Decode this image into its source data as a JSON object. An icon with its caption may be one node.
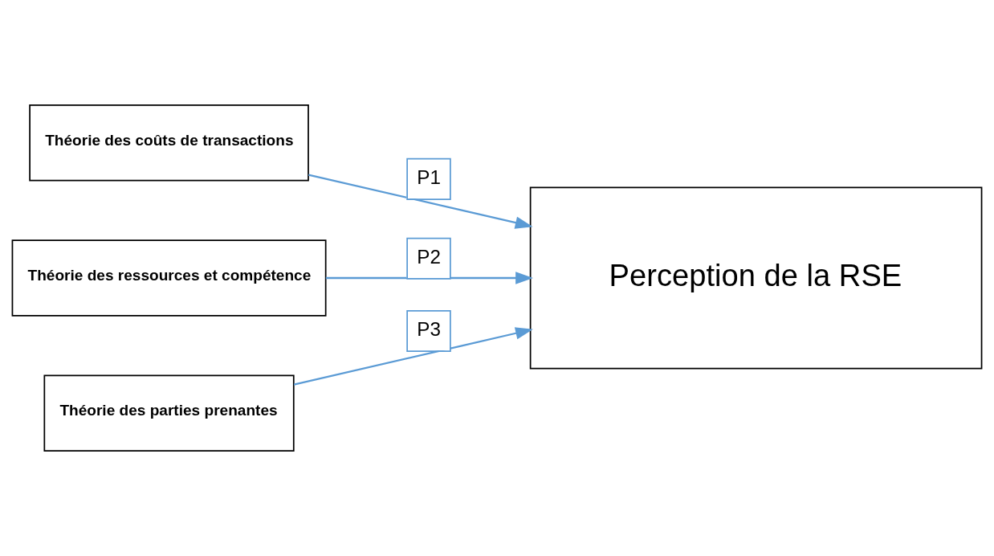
{
  "diagram": {
    "nodes": [
      {
        "text": [
          "Théorie des coûts de transactions"
        ]
      },
      {
        "text": [
          "Perception de la RSE"
        ]
      },
      {
        "text": [
          "Théorie des ressources et compétence"
        ]
      },
      {
        "text": [
          "Théorie des parties prenantes"
        ]
      }
    ],
    "edges": [
      {
        "from": 0,
        "to": 1,
        "arrow": "to",
        "label": "P1"
      },
      {
        "from": 2,
        "to": 1,
        "arrow": "to",
        "label": "P2"
      },
      {
        "from": 3,
        "to": 1,
        "arrow": "to",
        "label": "P3"
      }
    ]
  }
}
